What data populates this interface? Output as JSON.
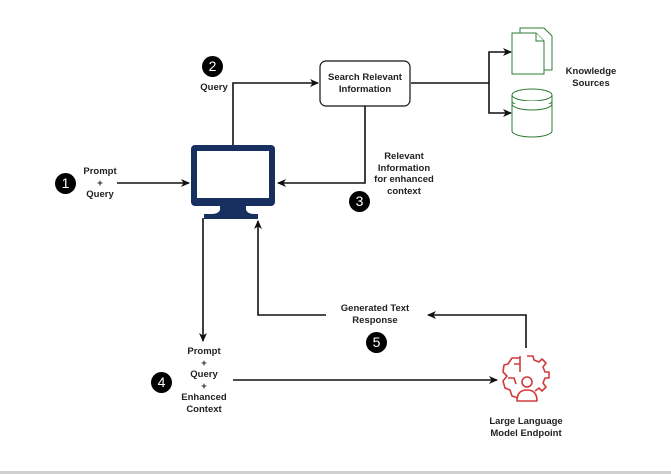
{
  "diagram": {
    "steps": [
      {
        "number": "1",
        "label": "Prompt\n+\nQuery"
      },
      {
        "number": "2",
        "label": "Query"
      },
      {
        "number": "3",
        "label": "Relevant\nInformation\nfor enhanced\ncontext"
      },
      {
        "number": "4",
        "label": "Prompt\n+\nQuery\n+\nEnhanced\nContext"
      },
      {
        "number": "5",
        "label": "Generated Text\nResponse"
      }
    ],
    "nodes": {
      "search": "Search Relevant\nInformation",
      "knowledge": "Knowledge\nSources",
      "llm": "Large Language\nModel Endpoint",
      "client_icon": "monitor-icon",
      "document_icon": "documents-icon",
      "database_icon": "database-icon",
      "llm_icon": "brain-gear-user-icon"
    },
    "colors": {
      "monitor": "#17305f",
      "knowledge": "#2e7d32",
      "llm": "#d13b3b",
      "arrow": "#111111"
    }
  }
}
